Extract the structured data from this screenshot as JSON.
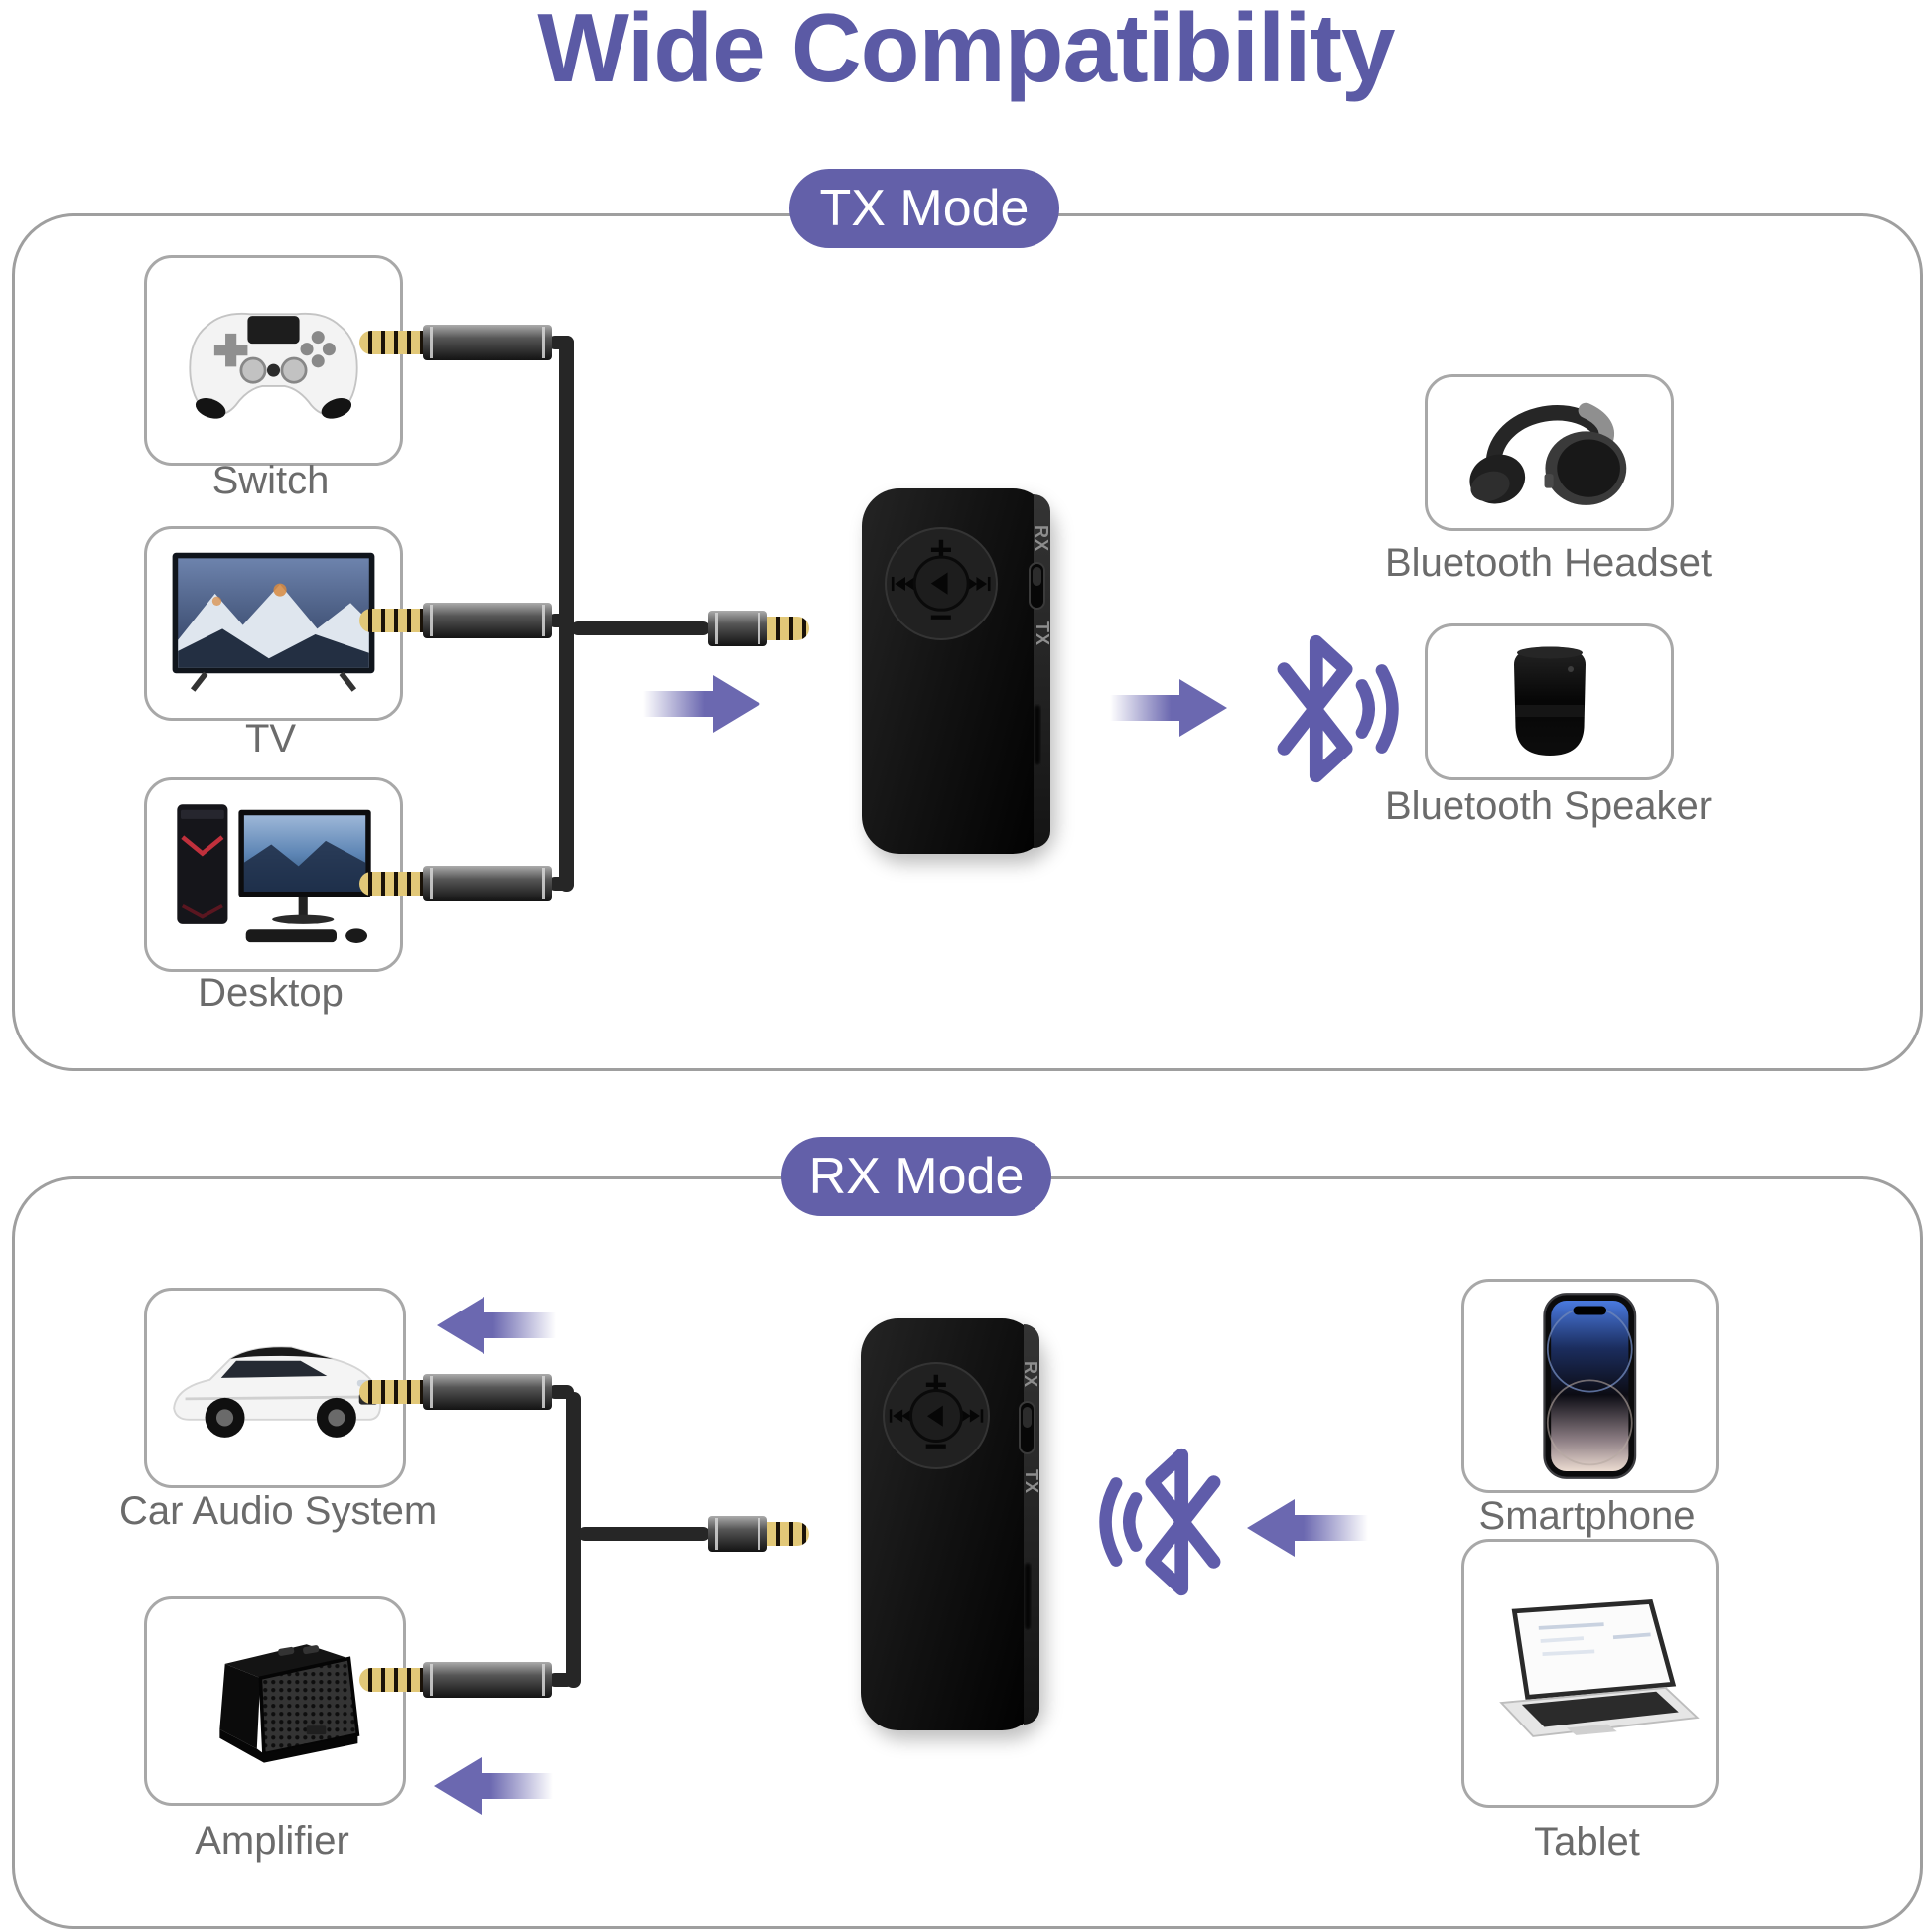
{
  "title": "Wide Compatibility",
  "colors": {
    "title_purple": "#5b5aa5",
    "pill_purple": "#6360a9",
    "accent_purple": "#6b68b0",
    "bluetooth_purple": "#5f5caa",
    "label_gray": "#6b6b6b"
  },
  "tx_section": {
    "pill_label": "TX Mode",
    "source_devices": [
      {
        "label": "Switch",
        "icon": "game-controller-icon"
      },
      {
        "label": "TV",
        "icon": "tv-icon"
      },
      {
        "label": "Desktop",
        "icon": "desktop-pc-icon"
      }
    ],
    "target_devices": [
      {
        "label": "Bluetooth Headset",
        "icon": "headphones-icon"
      },
      {
        "label": "Bluetooth Speaker",
        "icon": "speaker-icon"
      }
    ]
  },
  "rx_section": {
    "pill_label": "RX Mode",
    "target_devices": [
      {
        "label": "Car Audio System",
        "icon": "car-icon"
      },
      {
        "label": "Amplifier",
        "icon": "amplifier-icon"
      }
    ],
    "source_devices": [
      {
        "label": "Smartphone",
        "icon": "smartphone-icon"
      },
      {
        "label": "Tablet",
        "icon": "laptop-icon"
      }
    ]
  },
  "adapter_device": {
    "volume_up_label": "+",
    "volume_down_label": "−",
    "mode_switch_top_label": "RX",
    "mode_switch_bottom_label": "TX"
  }
}
